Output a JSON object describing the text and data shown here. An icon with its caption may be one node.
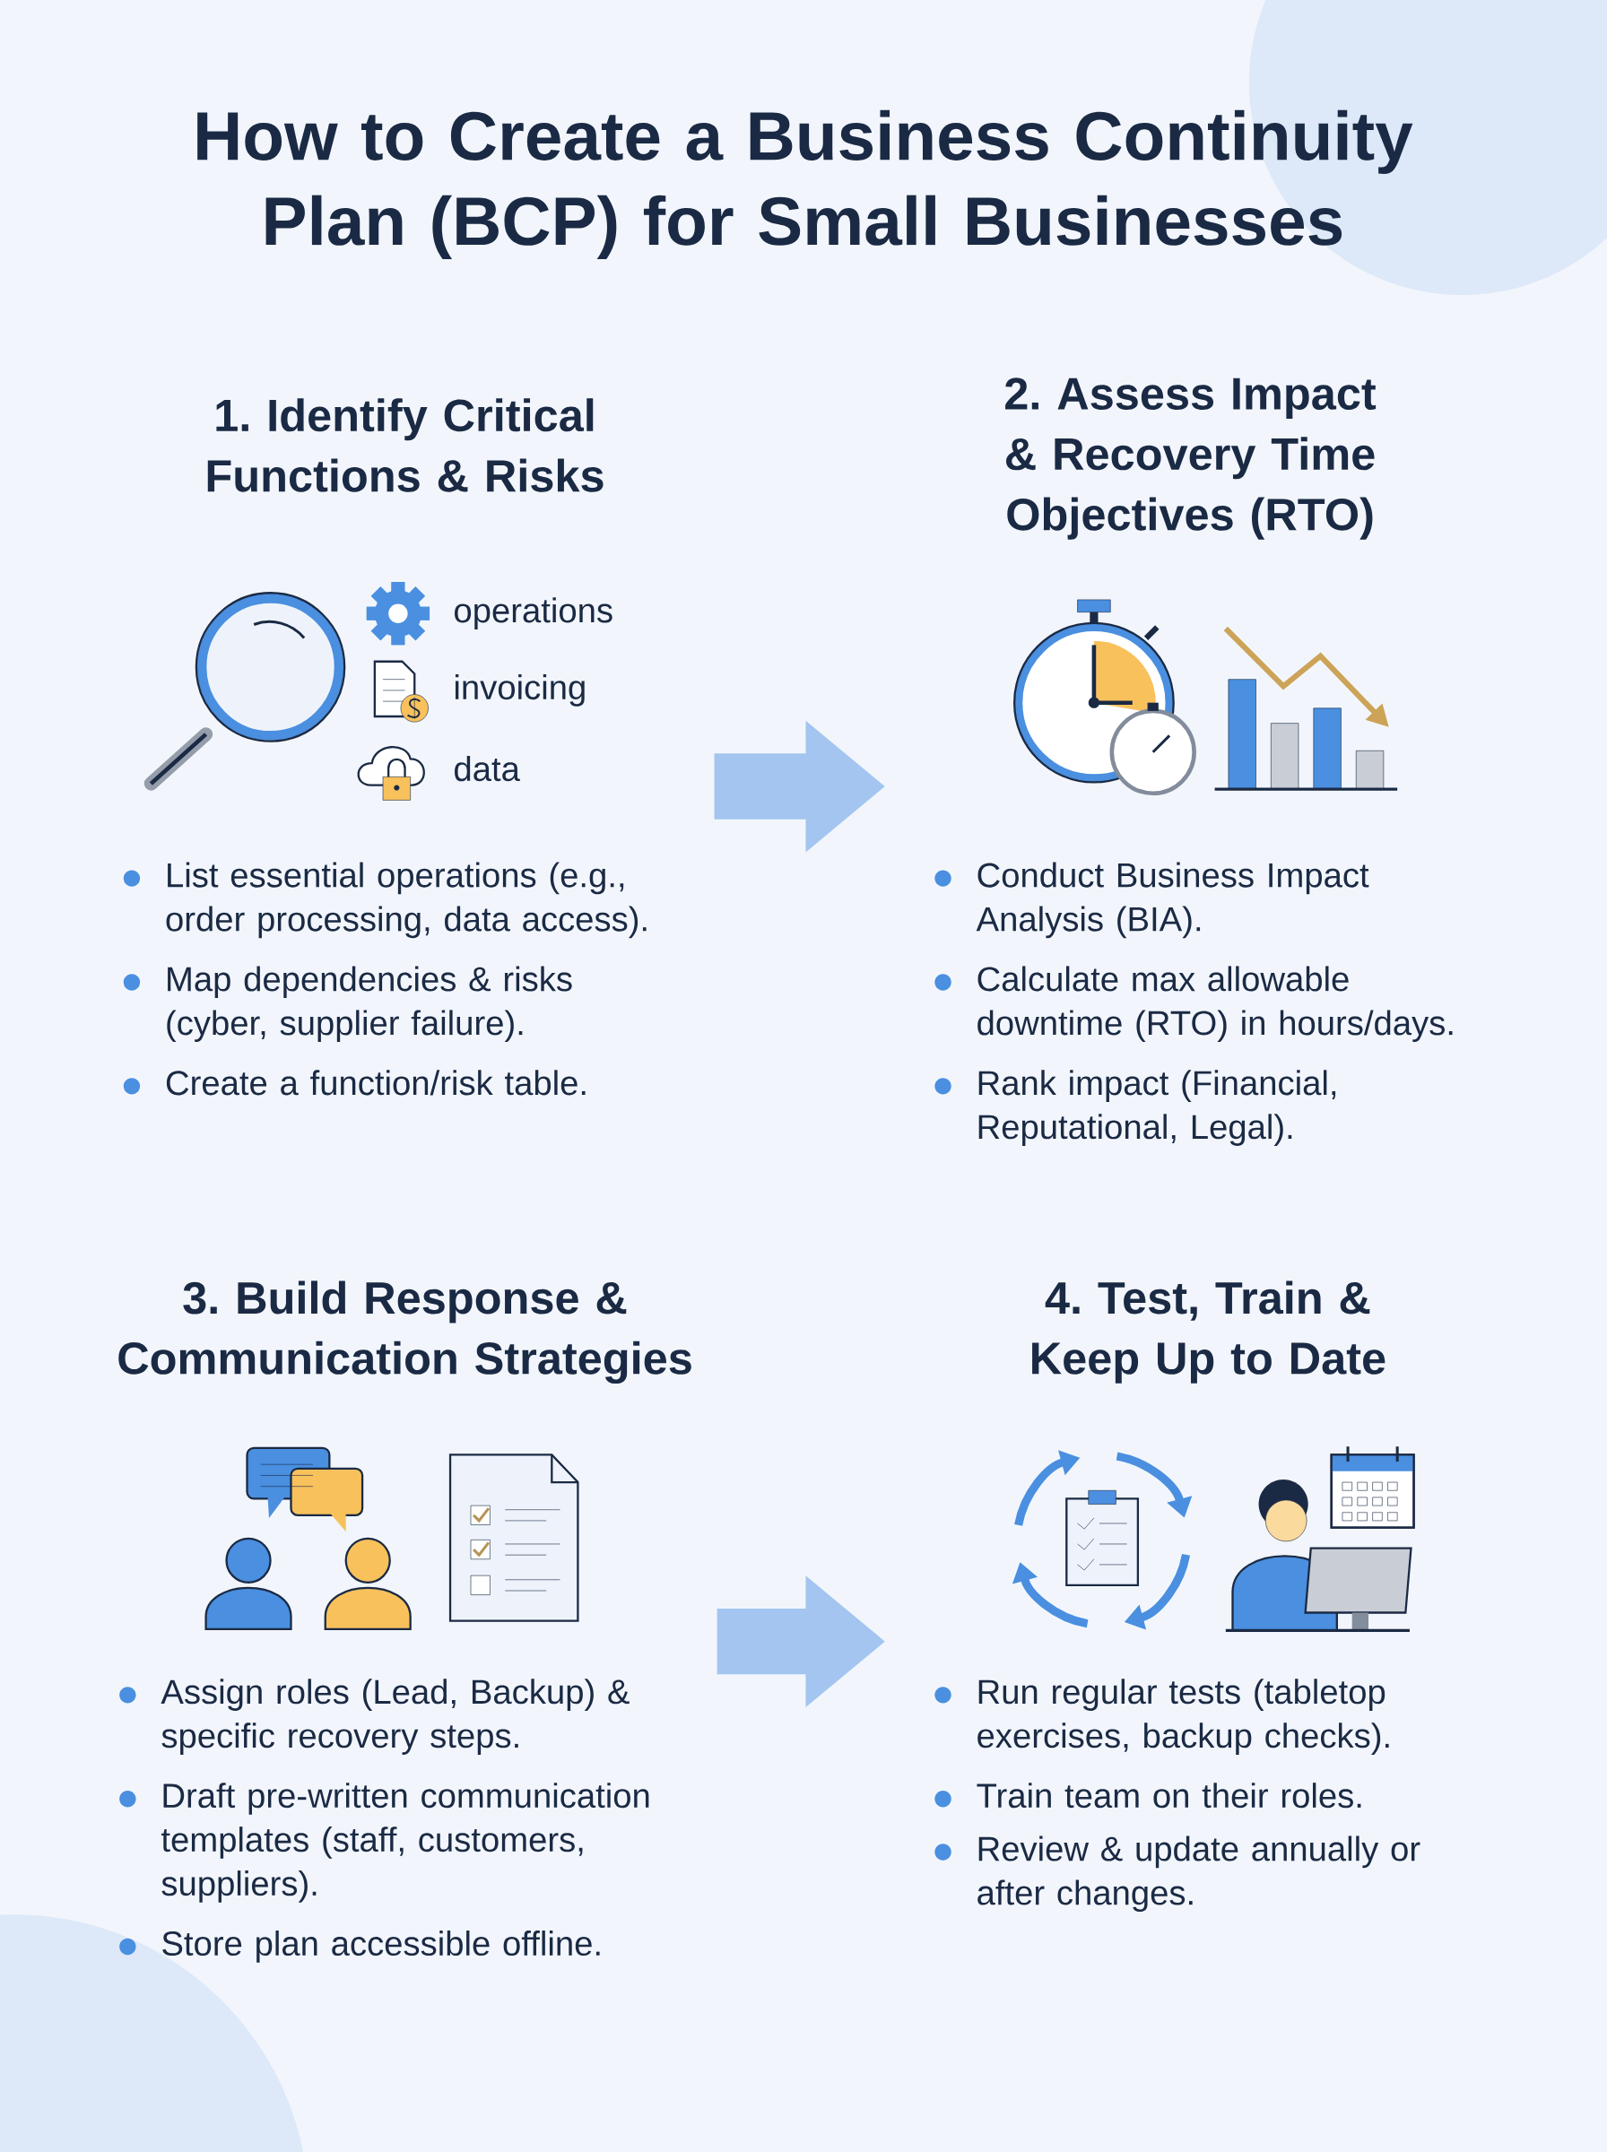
{
  "diagram": {
    "title": "How to Create a Business Continuity Plan (BCP) for Small Businesses",
    "nodes": [
      {
        "text": [
          "1. Identify Critical Functions & Risks",
          "operations",
          "invoicing",
          "data",
          "List essential operations (e.g., order processing, data access).",
          "Map dependencies & risks (cyber, supplier failure).",
          "Create a function/risk table."
        ]
      },
      {
        "text": [
          "2. Assess Impact & Recovery Time Objectives (RTO)",
          "Conduct Business Impact Analysis (BIA).",
          "Calculate max allowable downtime (RTO) in hours/days.",
          "Rank impact (Financial, Reputational, Legal)."
        ]
      },
      {
        "text": [
          "3. Build Response & Communication Strategies",
          "Assign roles (Lead, Backup) & specific recovery steps.",
          "Draft pre-written communication templates (staff, customers, suppliers).",
          "Store plan accessible offline."
        ]
      },
      {
        "text": [
          "4. Test, Train & Keep Up to Date",
          "Run regular tests (tabletop exercises, backup checks).",
          "Train team on their roles.",
          "Review & update annually or after changes."
        ]
      }
    ],
    "edges": [
      {
        "from": 0,
        "to": 1,
        "arrow": "to"
      },
      {
        "from": 2,
        "to": 3,
        "arrow": "to"
      }
    ]
  }
}
